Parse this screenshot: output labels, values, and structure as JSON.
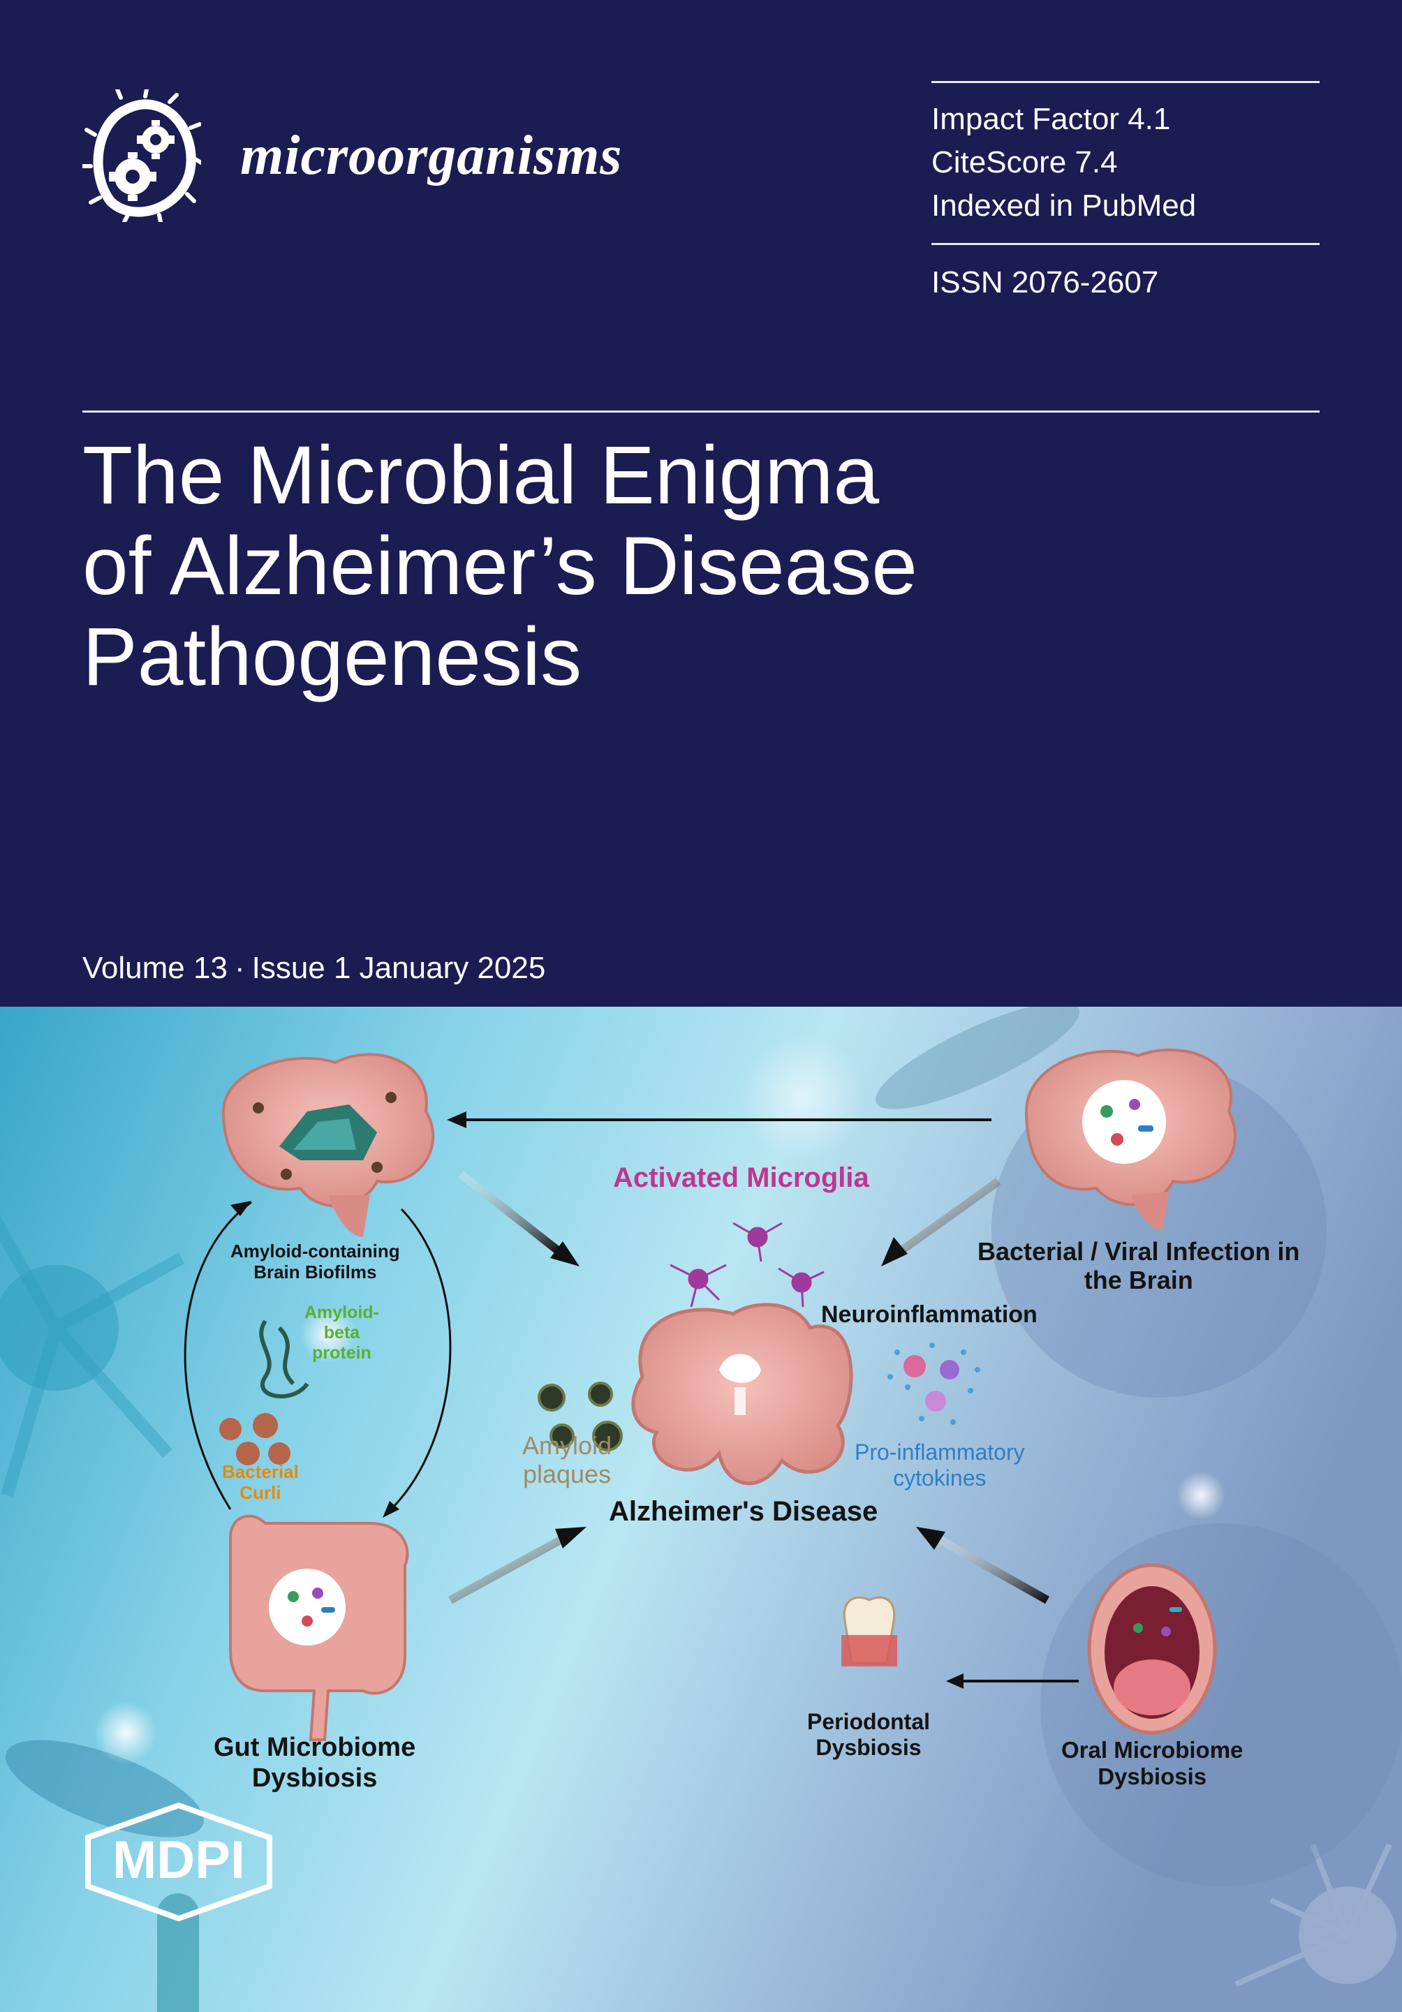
{
  "journal": {
    "name": "microorganisms",
    "impact_factor": "Impact Factor 4.1",
    "citescore": "CiteScore 7.4",
    "indexed": "Indexed in PubMed",
    "issn": "ISSN 2076-2607"
  },
  "article": {
    "title_lines": [
      "The Microbial Enigma",
      "of Alzheimer’s Disease",
      "Pathogenesis"
    ]
  },
  "issue": {
    "volume": "Volume 13",
    "separator": "·",
    "issue_date": "Issue 1 January 2025"
  },
  "figure": {
    "activated_microglia": "Activated Microglia",
    "neuroinflammation": "Neuroinflammation",
    "amyloid_biofilms_line1": "Amyloid-containing",
    "amyloid_biofilms_line2": "Brain Biofilms",
    "amyloid_beta_line1": "Amyloid-",
    "amyloid_beta_line2": "beta",
    "amyloid_beta_line3": "protein",
    "bacterial_curli_line1": "Bacterial",
    "bacterial_curli_line2": "Curli",
    "amyloid_plaques_line1": "Amyloid",
    "amyloid_plaques_line2": "plaques",
    "alzheimers": "Alzheimer's Disease",
    "proinflammatory_line1": "Pro-inflammatory",
    "proinflammatory_line2": "cytokines",
    "infection_line1": "Bacterial / Viral Infection in",
    "infection_line2": "the Brain",
    "gut_line1": "Gut Microbiome",
    "gut_line2": "Dysbiosis",
    "periodontal_line1": "Periodontal",
    "periodontal_line2": "Dysbiosis",
    "oral_line1": "Oral Microbiome",
    "oral_line2": "Dysbiosis"
  },
  "publisher": {
    "name": "MDPI"
  },
  "colors": {
    "header_bg": "#1b1c52",
    "microglia_label": "#c0368f",
    "amyloid_beta_label": "#5ab030",
    "curli_label": "#e58a12",
    "plaques_label": "#a08a68",
    "cytokines_label": "#2f7ec4"
  }
}
